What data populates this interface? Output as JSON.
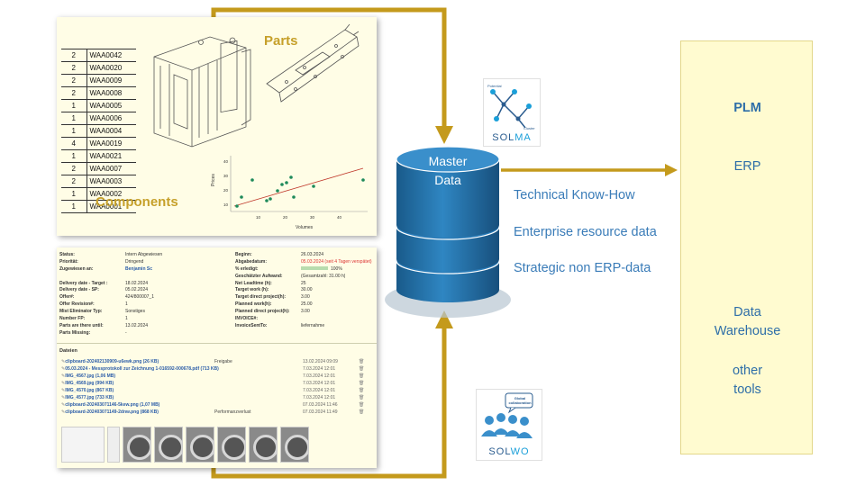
{
  "parts_panel": {
    "parts_label": "Parts",
    "components_label": "Components",
    "table_rows": [
      {
        "qty": "2",
        "part": "WAA0042"
      },
      {
        "qty": "2",
        "part": "WAA0020"
      },
      {
        "qty": "2",
        "part": "WAA0009"
      },
      {
        "qty": "2",
        "part": "WAA0008"
      },
      {
        "qty": "1",
        "part": "WAA0005"
      },
      {
        "qty": "1",
        "part": "WAA0006"
      },
      {
        "qty": "1",
        "part": "WAA0004"
      },
      {
        "qty": "4",
        "part": "WAA0019"
      },
      {
        "qty": "1",
        "part": "WAA0021"
      },
      {
        "qty": "2",
        "part": "WAA0007"
      },
      {
        "qty": "2",
        "part": "WAA0003"
      },
      {
        "qty": "1",
        "part": "WAA0002"
      },
      {
        "qty": "1",
        "part": "WAA0001"
      }
    ],
    "scatter": {
      "xlabel": "Volumes",
      "ylabel": "Prices",
      "xticks": [
        "10",
        "20",
        "30",
        "40"
      ],
      "yticks": [
        "10",
        "20",
        "30",
        "40"
      ]
    }
  },
  "ticket_panel": {
    "left_fields": [
      {
        "k": "Status:",
        "v": "Intern Abgewiesen"
      },
      {
        "k": "Priorität:",
        "v": "Dringend"
      },
      {
        "k": "Zugewiesen an:",
        "v": "Benjamin Sc"
      },
      {
        "k": "",
        "v": ""
      },
      {
        "k": "Delivery date - Target :",
        "v": "18.02.2024"
      },
      {
        "k": "Delivery date - SP:",
        "v": "05.02.2024"
      },
      {
        "k": "Offer#:",
        "v": "424/800007_1"
      },
      {
        "k": "Offer Revision#:",
        "v": "1"
      },
      {
        "k": "Mist Eliminator Typ:",
        "v": "Sonstiges"
      },
      {
        "k": "Number FP:",
        "v": "1"
      },
      {
        "k": "Parts are there until:",
        "v": "13.02.2024"
      },
      {
        "k": "Parts Missing:",
        "v": "-"
      }
    ],
    "right_fields": [
      {
        "k": "Beginn:",
        "v": "26.03.2024"
      },
      {
        "k": "Abgabedatum:",
        "v": "05.03.2024 (seit 4 Tagen verspätet)"
      },
      {
        "k": "% erledigt:",
        "v": "100%"
      },
      {
        "k": "Geschätzter Aufwand:",
        "v": "(Gesamtzahl: 31.00 h)"
      },
      {
        "k": "Net Leadtime (h):",
        "v": "25"
      },
      {
        "k": "Target work (h):",
        "v": "30.00"
      },
      {
        "k": "Target direct project(h):",
        "v": "3.00"
      },
      {
        "k": "Planned work(h):",
        "v": "25.00"
      },
      {
        "k": "Planned direct project(h):",
        "v": "3.00"
      },
      {
        "k": "INVOICE#:",
        "v": ""
      },
      {
        "k": "InvoiceSentTo:",
        "v": "liefernahme"
      }
    ],
    "dateien_label": "Dateien",
    "files": [
      {
        "name": "clipboard-202402130909-u6ewk.png (26 KB)",
        "tag": "Freigabe",
        "date": "13.02.2024 09:09"
      },
      {
        "name": "05.03.2024 - Messprotokoll zur Zeichnung 1-016592-000678.pdf (713 KB)",
        "tag": "",
        "date": "7.03.2024 12:01"
      },
      {
        "name": "IMG_4567.jpg (1,06 MB)",
        "tag": "",
        "date": "7.03.2024 12:01"
      },
      {
        "name": "IMG_4569.jpg (994 KB)",
        "tag": "",
        "date": "7.03.2024 12:01"
      },
      {
        "name": "IMG_4570.jpg (867 KB)",
        "tag": "",
        "date": "7.03.2024 12:01"
      },
      {
        "name": "IMG_4577.jpg (733 KB)",
        "tag": "",
        "date": "7.03.2024 12:01"
      },
      {
        "name": "clipboard-202403071146-5kew.png (1,07 MB)",
        "tag": "",
        "date": "07.03.2024 11:46"
      },
      {
        "name": "clipboard-202403071149-2dnw.png (868 KB)",
        "tag": "Performanzverlust",
        "date": "07.03.2024 11:49"
      }
    ]
  },
  "database": {
    "title_line1": "Master",
    "title_line2": "Data",
    "layers": [
      "Technical Know-How",
      "Enterprise resource data",
      "Strategic non ERP-data"
    ]
  },
  "logos": {
    "solma": {
      "text_a": "SOL",
      "text_b": "MA",
      "tag1": "Potential",
      "tag2": "Cluster"
    },
    "solwo": {
      "text_a": "SOL",
      "text_b": "WO",
      "bubble": "Global collaboration"
    }
  },
  "right_box": {
    "items": [
      "PLM",
      "ERP",
      "Data",
      "Warehouse",
      "other",
      "tools"
    ]
  },
  "colors": {
    "arrow": "#c49a1c",
    "db_blue": "#1f6fa6",
    "label_blue": "#3a7cb8",
    "panel_bg": "#fffde6",
    "right_box_bg": "#fffbd0"
  }
}
